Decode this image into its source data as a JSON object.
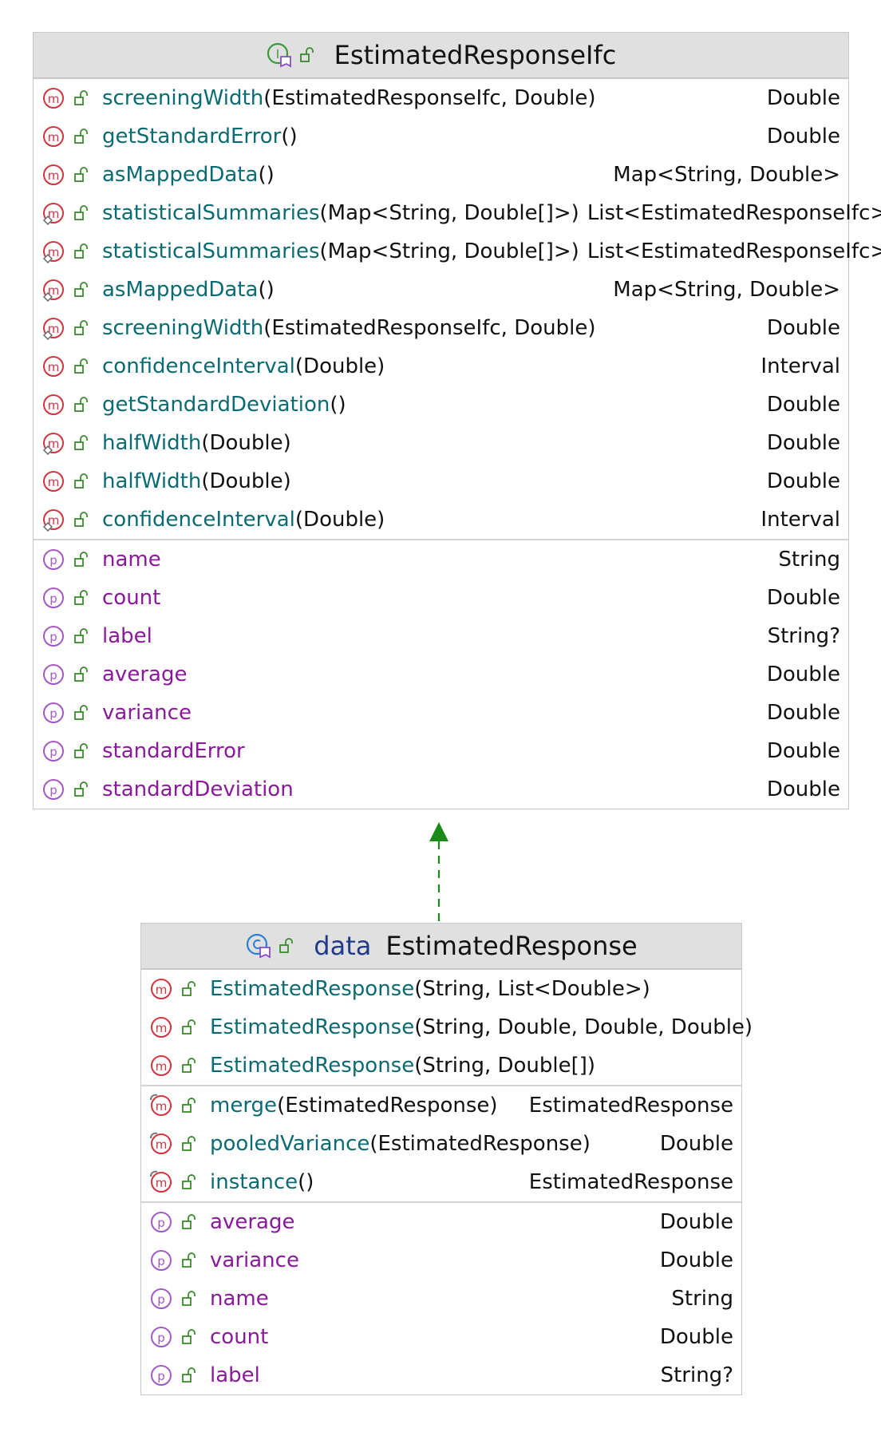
{
  "interface": {
    "name": "EstimatedResponseIfc",
    "methods": [
      {
        "name": "screeningWidth",
        "params": "(EstimatedResponseIfc, Double)",
        "type": "Double",
        "abstract": false
      },
      {
        "name": "getStandardError",
        "params": "()",
        "type": "Double",
        "abstract": false
      },
      {
        "name": "asMappedData",
        "params": "()",
        "type": "Map<String, Double>",
        "abstract": false
      },
      {
        "name": "statisticalSummaries",
        "params": "(Map<String, Double[]>)",
        "type": "List<EstimatedResponseIfc>",
        "abstract": true
      },
      {
        "name": "statisticalSummaries",
        "params": "(Map<String, Double[]>)",
        "type": "List<EstimatedResponseIfc>",
        "abstract": true
      },
      {
        "name": "asMappedData",
        "params": "()",
        "type": "Map<String, Double>",
        "abstract": true
      },
      {
        "name": "screeningWidth",
        "params": "(EstimatedResponseIfc, Double)",
        "type": "Double",
        "abstract": true
      },
      {
        "name": "confidenceInterval",
        "params": "(Double)",
        "type": "Interval",
        "abstract": false
      },
      {
        "name": "getStandardDeviation",
        "params": "()",
        "type": "Double",
        "abstract": false
      },
      {
        "name": "halfWidth",
        "params": "(Double)",
        "type": "Double",
        "abstract": true
      },
      {
        "name": "halfWidth",
        "params": "(Double)",
        "type": "Double",
        "abstract": false
      },
      {
        "name": "confidenceInterval",
        "params": "(Double)",
        "type": "Interval",
        "abstract": true
      }
    ],
    "properties": [
      {
        "name": "name",
        "type": "String"
      },
      {
        "name": "count",
        "type": "Double"
      },
      {
        "name": "label",
        "type": "String?"
      },
      {
        "name": "average",
        "type": "Double"
      },
      {
        "name": "variance",
        "type": "Double"
      },
      {
        "name": "standardError",
        "type": "Double"
      },
      {
        "name": "standardDeviation",
        "type": "Double"
      }
    ]
  },
  "dataclass": {
    "keyword": "data",
    "name": "EstimatedResponse",
    "constructors": [
      {
        "name": "EstimatedResponse",
        "params": "(String, List<Double>)"
      },
      {
        "name": "EstimatedResponse",
        "params": "(String, Double, Double, Double)"
      },
      {
        "name": "EstimatedResponse",
        "params": "(String, Double[])"
      }
    ],
    "methods": [
      {
        "name": "merge",
        "params": "(EstimatedResponse)",
        "type": "EstimatedResponse"
      },
      {
        "name": "pooledVariance",
        "params": "(EstimatedResponse)",
        "type": "Double"
      },
      {
        "name": "instance",
        "params": "()",
        "type": "EstimatedResponse"
      }
    ],
    "properties": [
      {
        "name": "average",
        "type": "Double"
      },
      {
        "name": "variance",
        "type": "Double"
      },
      {
        "name": "name",
        "type": "String"
      },
      {
        "name": "count",
        "type": "Double"
      },
      {
        "name": "label",
        "type": "String?"
      }
    ]
  },
  "colors": {
    "method_icon": "#d1343f",
    "property_icon": "#a259c4",
    "visibility_icon": "#3a8a2e",
    "arrow": "#1a8a1a",
    "header_bg": "#e0e0e0"
  }
}
